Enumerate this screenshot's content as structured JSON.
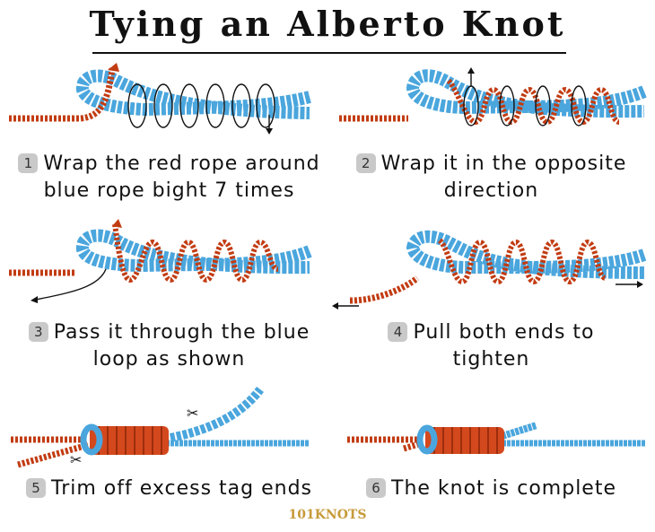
{
  "title": "Tying an Alberto Knot",
  "steps": [
    {
      "number": "1",
      "line1": "Wrap the red rope around",
      "line2": "blue rope bight 7 times"
    },
    {
      "number": "2",
      "line1": "Wrap it in the opposite",
      "line2": "direction"
    },
    {
      "number": "3",
      "line1": "Pass it through the blue",
      "line2": "loop as shown"
    },
    {
      "number": "4",
      "line1": "Pull both ends to",
      "line2": "tighten"
    },
    {
      "number": "5",
      "line1": "Trim off excess tag ends",
      "line2": ""
    },
    {
      "number": "6",
      "line1": "The knot is complete",
      "line2": ""
    }
  ],
  "logo": "101KNOTS",
  "colors": {
    "red_rope": "#d4481d",
    "blue_rope": "#7cc7ee",
    "ink": "#111111"
  }
}
